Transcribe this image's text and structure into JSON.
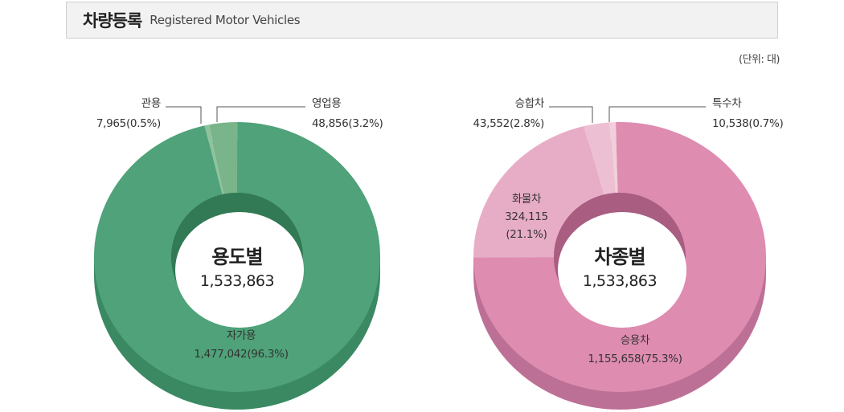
{
  "header": {
    "title_ko": "차량등록",
    "title_en": "Registered Motor Vehicles"
  },
  "unit": "(단위: 대)",
  "chart_data": [
    {
      "type": "pie",
      "center_title": "용도별",
      "center_value": "1,533,863",
      "total": 1533863,
      "slices": [
        {
          "name": "관용",
          "value": 7965,
          "percent": 0.5,
          "value_text": "7,965(0.5%)",
          "color": "#8fc39e"
        },
        {
          "name": "영업용",
          "value": 48856,
          "percent": 3.2,
          "value_text": "48,856(3.2%)",
          "color": "#7ab48a"
        },
        {
          "name": "자가용",
          "value": 1477042,
          "percent": 96.3,
          "value_text": "1,477,042(96.3%)",
          "color": "#4fa279"
        }
      ],
      "colors": {
        "side": "#3a8963",
        "inner": "#327a55",
        "line": "#555555"
      }
    },
    {
      "type": "pie",
      "center_title": "차종별",
      "center_value": "1,533,863",
      "total": 1533863,
      "slices": [
        {
          "name": "특수차",
          "value": 10538,
          "percent": 0.7,
          "value_text": "10,538(0.7%)",
          "color": "#f3cedb"
        },
        {
          "name": "승용차",
          "value": 1155658,
          "percent": 75.3,
          "value_text": "1,155,658(75.3%)",
          "color": "#df8cb1"
        },
        {
          "name": "화물차",
          "value": 324115,
          "percent": 21.1,
          "value_text_lines": [
            "324,115",
            "(21.1%)"
          ],
          "color": "#e8adc6"
        },
        {
          "name": "승합차",
          "value": 43552,
          "percent": 2.8,
          "value_text": "43,552(2.8%)",
          "color": "#ecc0d2"
        }
      ],
      "colors": {
        "side": "#bd7095",
        "inner": "#a85d81",
        "line": "#555555"
      }
    }
  ]
}
